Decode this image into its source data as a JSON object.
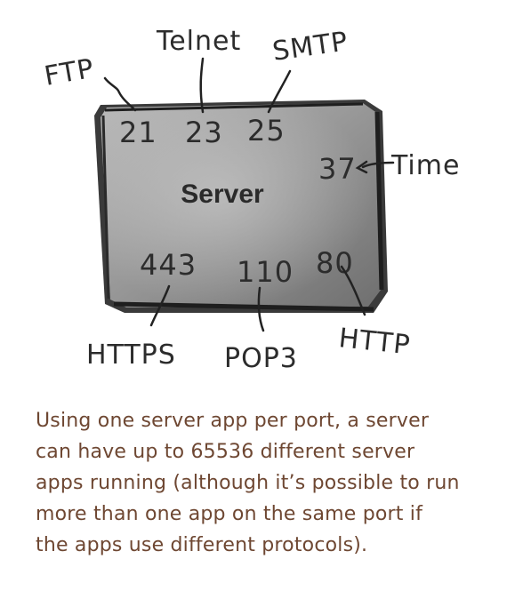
{
  "server": {
    "label": "Server"
  },
  "ports": [
    {
      "number": "21",
      "protocol": "FTP"
    },
    {
      "number": "23",
      "protocol": "Telnet"
    },
    {
      "number": "25",
      "protocol": "SMTP"
    },
    {
      "number": "37",
      "protocol": "Time"
    },
    {
      "number": "443",
      "protocol": "HTTPS"
    },
    {
      "number": "110",
      "protocol": "POP3"
    },
    {
      "number": "80",
      "protocol": "HTTP"
    }
  ],
  "caption": {
    "lines": [
      "Using one server app per port, a server",
      "can have up to 65536 different server",
      "apps running (although it’s possible to run",
      "more than one app on the same port if",
      "the apps use different protocols)."
    ]
  },
  "colors": {
    "caption": "#6e4732",
    "box_fill": "#8a8a8a",
    "ink": "#222222"
  }
}
